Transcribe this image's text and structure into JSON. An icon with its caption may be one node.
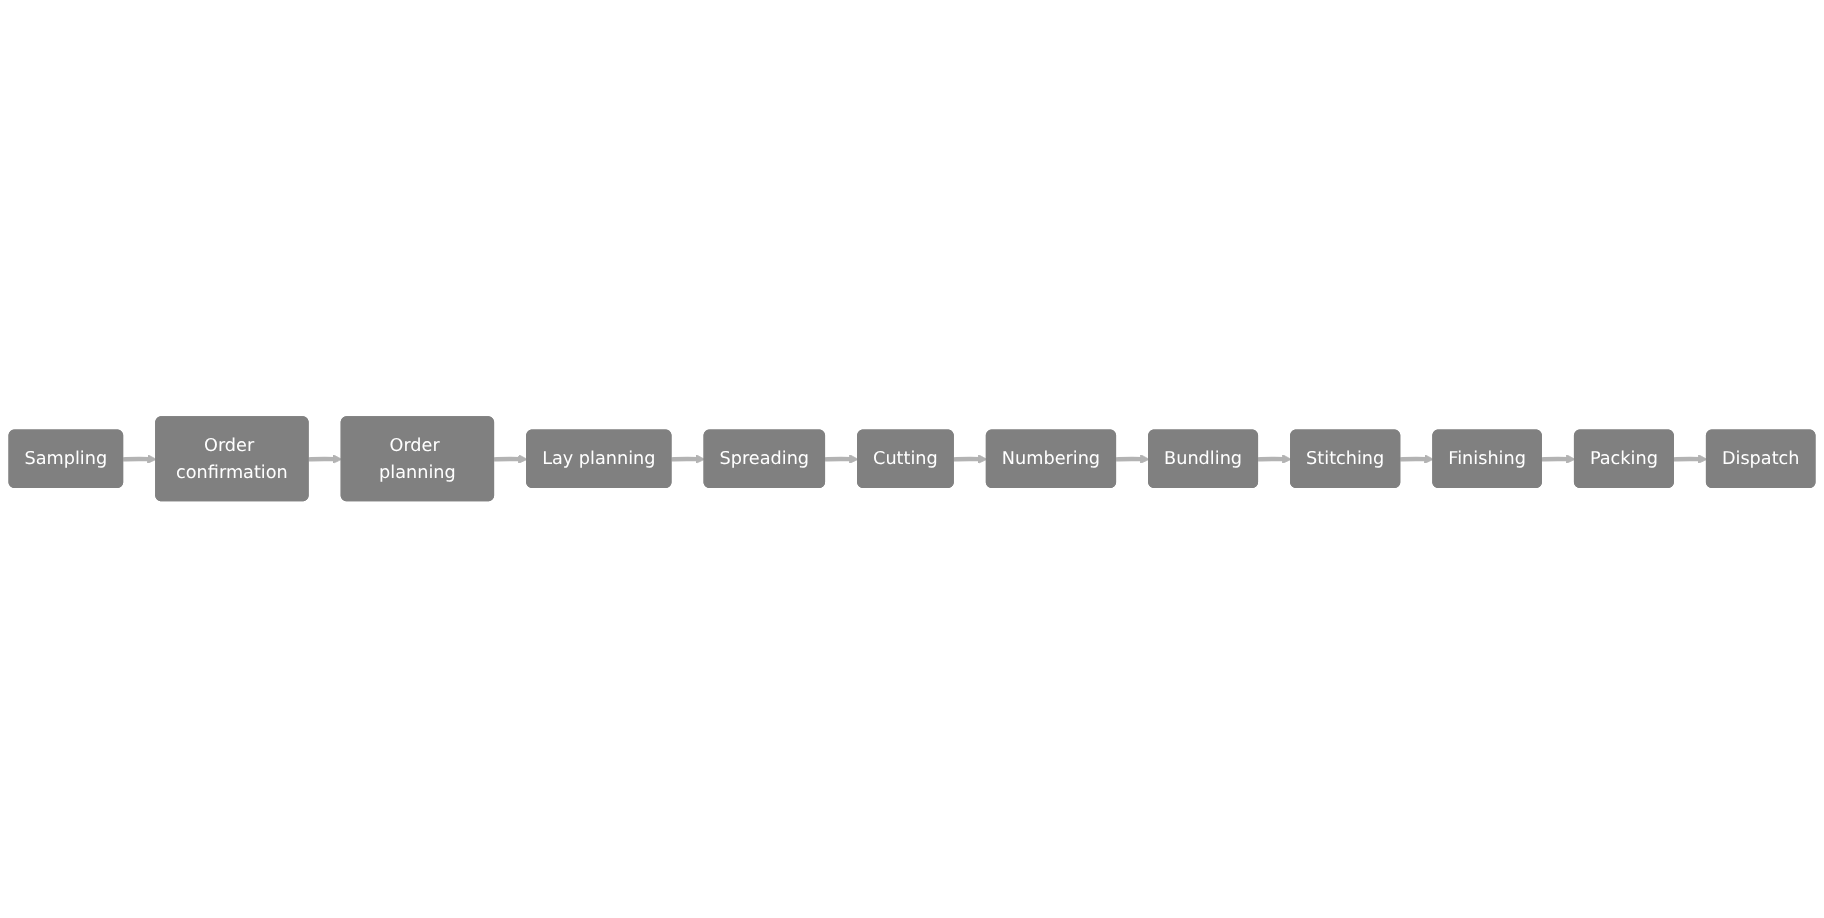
{
  "diagram": {
    "nodes": [
      {
        "text": [
          "Sampling"
        ]
      },
      {
        "text": [
          "Order confirmation"
        ]
      },
      {
        "text": [
          "Order planning"
        ]
      },
      {
        "text": [
          "Lay planning"
        ]
      },
      {
        "text": [
          "Spreading"
        ]
      },
      {
        "text": [
          "Cutting"
        ]
      },
      {
        "text": [
          "Numbering"
        ]
      },
      {
        "text": [
          "Bundling"
        ]
      },
      {
        "text": [
          "Stitching"
        ]
      },
      {
        "text": [
          "Finishing"
        ]
      },
      {
        "text": [
          "Packing"
        ]
      },
      {
        "text": [
          "Dispatch"
        ]
      }
    ],
    "edges": [
      {
        "from": 0,
        "to": 1,
        "arrow": "to"
      },
      {
        "from": 1,
        "to": 2,
        "arrow": "to"
      },
      {
        "from": 2,
        "to": 3,
        "arrow": "to"
      },
      {
        "from": 3,
        "to": 4,
        "arrow": "to"
      },
      {
        "from": 4,
        "to": 5,
        "arrow": "to"
      },
      {
        "from": 5,
        "to": 6,
        "arrow": "to"
      },
      {
        "from": 6,
        "to": 7,
        "arrow": "to"
      },
      {
        "from": 7,
        "to": 8,
        "arrow": "to"
      },
      {
        "from": 8,
        "to": 9,
        "arrow": "to"
      },
      {
        "from": 9,
        "to": 10,
        "arrow": "to"
      },
      {
        "from": 10,
        "to": 11,
        "arrow": "to"
      }
    ]
  }
}
